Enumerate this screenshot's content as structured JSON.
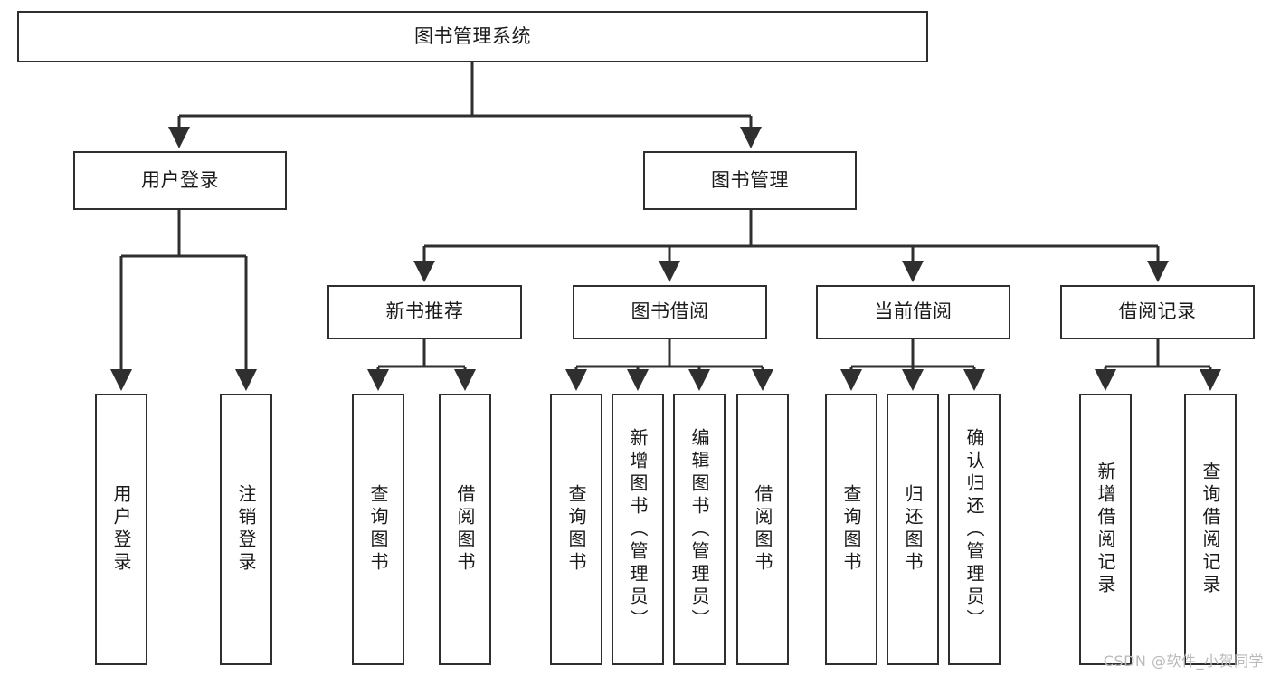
{
  "diagram": {
    "type": "tree-hierarchy",
    "title": "图书管理系统",
    "watermark": "CSDN @软件_小贺同学",
    "colors": {
      "box_border": "#2f2f2f",
      "box_fill": "#ffffff",
      "connector": "#2f2f2f",
      "text": "#1a1a1a",
      "watermark": "#b9b9b9",
      "page_background": "#ffffff"
    },
    "levels": {
      "root": {
        "label": "图书管理系统",
        "orientation": "horizontal"
      },
      "level2": [
        {
          "id": "user-login",
          "label": "用户登录",
          "orientation": "horizontal"
        },
        {
          "id": "book-management",
          "label": "图书管理",
          "orientation": "horizontal"
        }
      ],
      "level3": [
        {
          "id": "new-book-recommend",
          "label": "新书推荐",
          "orientation": "horizontal",
          "parent": "book-management"
        },
        {
          "id": "book-borrow",
          "label": "图书借阅",
          "orientation": "horizontal",
          "parent": "book-management"
        },
        {
          "id": "current-borrow",
          "label": "当前借阅",
          "orientation": "horizontal",
          "parent": "book-management"
        },
        {
          "id": "borrow-record",
          "label": "借阅记录",
          "orientation": "horizontal",
          "parent": "book-management"
        }
      ],
      "leaves": [
        {
          "id": "leaf-user-login",
          "label": "用户登录",
          "orientation": "vertical",
          "parent": "user-login"
        },
        {
          "id": "leaf-user-logout",
          "label": "注销登录",
          "orientation": "vertical",
          "parent": "user-login"
        },
        {
          "id": "leaf-query-book-1",
          "label": "查询图书",
          "orientation": "vertical",
          "parent": "new-book-recommend"
        },
        {
          "id": "leaf-borrow-book-1",
          "label": "借阅图书",
          "orientation": "vertical",
          "parent": "new-book-recommend"
        },
        {
          "id": "leaf-query-book-2",
          "label": "查询图书",
          "orientation": "vertical",
          "parent": "book-borrow"
        },
        {
          "id": "leaf-add-book",
          "label": "新增图书（管理员）",
          "orientation": "vertical",
          "parent": "book-borrow"
        },
        {
          "id": "leaf-edit-book",
          "label": "编辑图书（管理员）",
          "orientation": "vertical",
          "parent": "book-borrow"
        },
        {
          "id": "leaf-borrow-book-2",
          "label": "借阅图书",
          "orientation": "vertical",
          "parent": "book-borrow"
        },
        {
          "id": "leaf-query-book-3",
          "label": "查询图书",
          "orientation": "vertical",
          "parent": "current-borrow"
        },
        {
          "id": "leaf-return-book",
          "label": "归还图书",
          "orientation": "vertical",
          "parent": "current-borrow"
        },
        {
          "id": "leaf-confirm-return",
          "label": "确认归还（管理员）",
          "orientation": "vertical",
          "parent": "current-borrow"
        },
        {
          "id": "leaf-add-record",
          "label": "新增借阅记录",
          "orientation": "vertical",
          "parent": "borrow-record"
        },
        {
          "id": "leaf-query-record",
          "label": "查询借阅记录",
          "orientation": "vertical",
          "parent": "borrow-record"
        }
      ]
    }
  }
}
